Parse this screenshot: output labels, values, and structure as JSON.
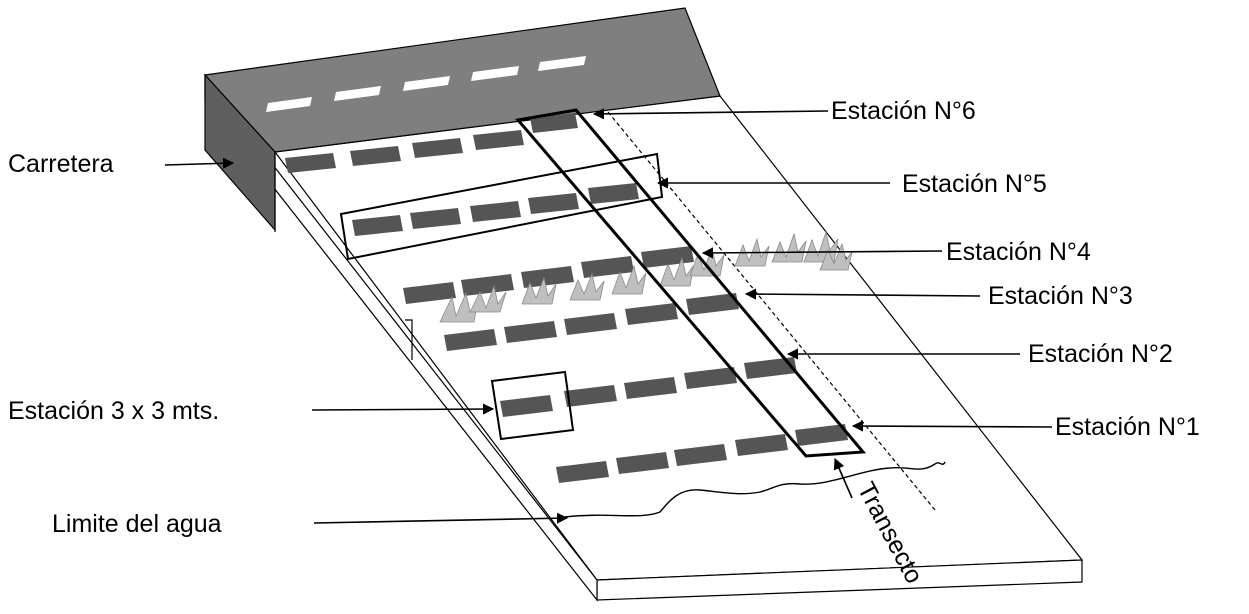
{
  "labels": {
    "carretera": "Carretera",
    "station6": "Estación N°6",
    "station5": "Estación N°5",
    "station4": "Estación N°4",
    "station3": "Estación N°3",
    "station2": "Estación N°2",
    "station1": "Estación N°1",
    "station_size": "Estación 3 x 3 mts.",
    "water_limit": "Limite del agua",
    "transect": "Transecto"
  },
  "colors": {
    "road": "#7f7f7f",
    "road_side": "#5f5f5f",
    "plot": "#555555",
    "line": "#000000",
    "vegetation": "#bfbfbf"
  }
}
